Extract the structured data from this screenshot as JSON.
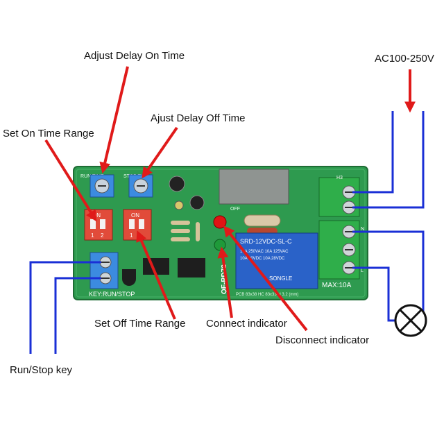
{
  "labels": {
    "adjust_delay_on": "Adjust Delay On Time",
    "adjust_delay_off": "Ajust Delay Off Time",
    "set_on_range": "Set On Time Range",
    "set_off_range": "Set Off Time Range",
    "connect_indicator": "Connect indicator",
    "disconnect_indicator": "Disconnect indicator",
    "run_stop_key": "Run/Stop key",
    "ac_voltage": "AC100-250V"
  },
  "board": {
    "run_time": "RUN TIME",
    "stop_time": "STOP TIME",
    "on": "ON",
    "dip_1": "1",
    "dip_2": "2",
    "key_label": "KEY:RUN/STOP",
    "model": "QF-RD72",
    "max_rating": "MAX:10A",
    "relay_model": "SRD-12VDC-SL-C",
    "relay_line_1": "10A 250VAC 10A 125VAC",
    "relay_line_2": "10A 30VDC 10A 28VDC",
    "relay_brand": "SONGLE",
    "term_n": "N",
    "term_l": "L",
    "term_h3": "H3",
    "off": "OFF",
    "pcb_note": "PCB 83x38 HC 83x33 H 3.2 (mm)"
  },
  "colors": {
    "board": "#2e9a4f",
    "arrow": "#e01a1a",
    "wire": "#1a2fd6",
    "terminal": "#2fae4a",
    "dip_switch": "#e14b3a",
    "potentiometer": "#3c8be0",
    "relay": "#2a62c8"
  },
  "icons": [
    "lamp-icon",
    "potentiometer-icon",
    "led-icon",
    "dip-switch-icon",
    "terminal-screw-icon"
  ]
}
